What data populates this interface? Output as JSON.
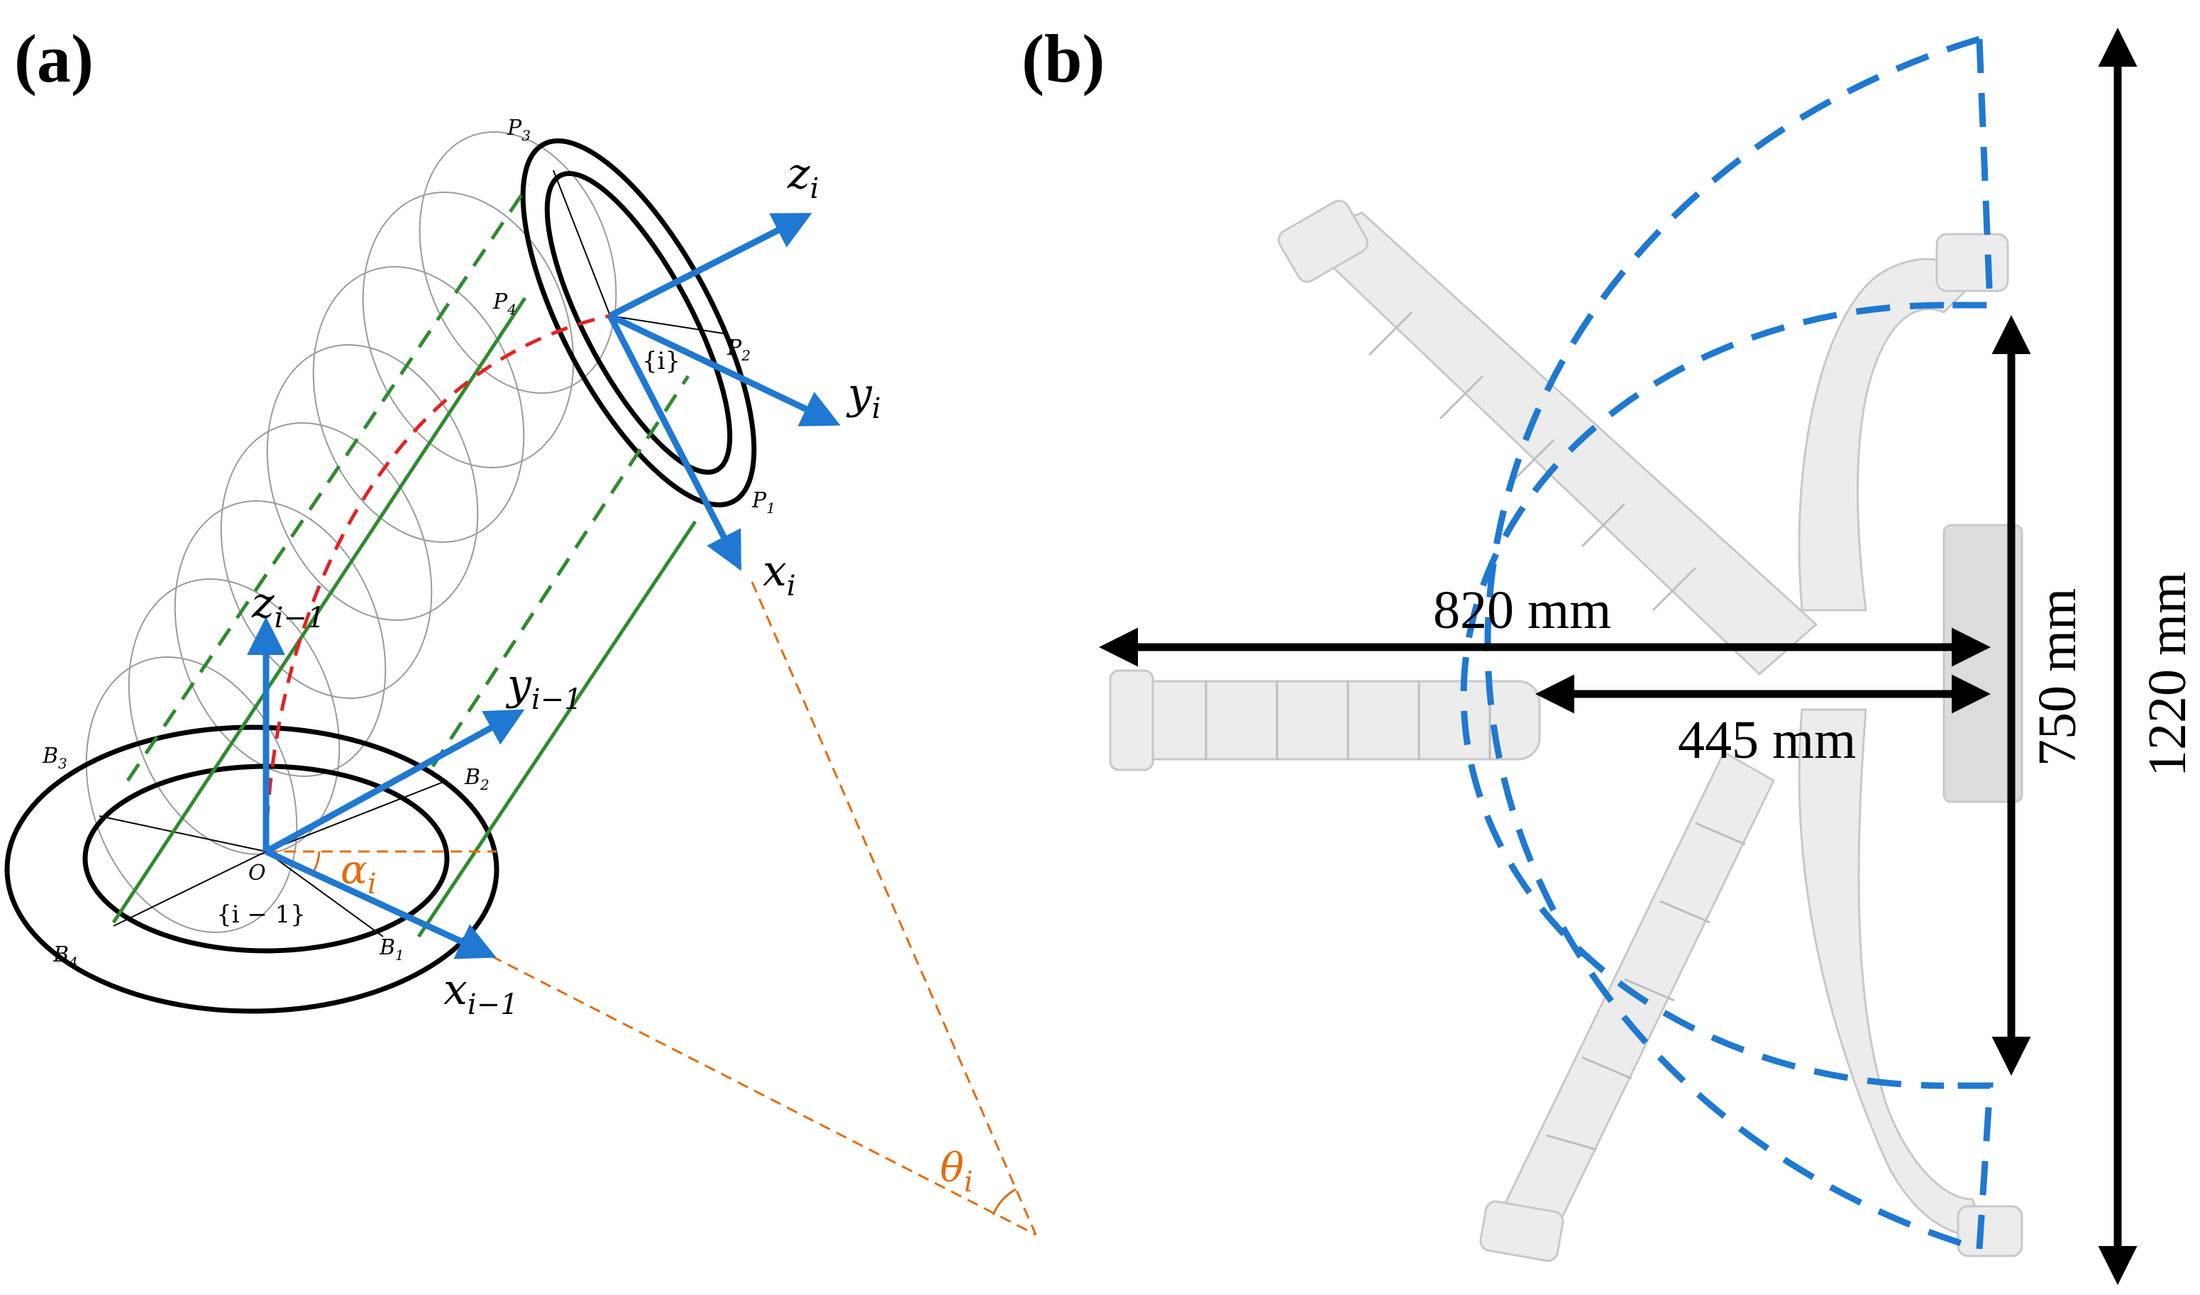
{
  "panels": {
    "a": {
      "label": "(a)"
    },
    "b": {
      "label": "(b)"
    }
  },
  "axes_top": {
    "z": {
      "base": "z",
      "sub": "i"
    },
    "y": {
      "base": "y",
      "sub": "i"
    },
    "x": {
      "base": "x",
      "sub": "i"
    }
  },
  "axes_base": {
    "z": {
      "base": "z",
      "sub": "i−1"
    },
    "y": {
      "base": "y",
      "sub": "i−1"
    },
    "x": {
      "base": "x",
      "sub": "i−1"
    }
  },
  "points_top": [
    {
      "base": "P",
      "sub": "3"
    },
    {
      "base": "P",
      "sub": "4"
    },
    {
      "base": "P",
      "sub": "2"
    },
    {
      "base": "P",
      "sub": "1"
    }
  ],
  "points_base": [
    {
      "base": "B",
      "sub": "3"
    },
    {
      "base": "B",
      "sub": "2"
    },
    {
      "base": "B",
      "sub": "4"
    },
    {
      "base": "B",
      "sub": "1"
    }
  ],
  "frames": {
    "top": "{i}",
    "base": "{i − 1}",
    "origin": "O"
  },
  "angles": {
    "alpha": {
      "base": "α",
      "sub": "i"
    },
    "theta": {
      "base": "θ",
      "sub": "i"
    }
  },
  "dimensions": {
    "d820": "820 mm",
    "d445": "445 mm",
    "d750": "750 mm",
    "d1220": "1220 mm"
  },
  "colors": {
    "axis_blue": "#1f78d1",
    "green": "#2e8b2e",
    "red": "#e32222",
    "orange": "#e46c0a",
    "black": "#000000",
    "workspace_blue": "#1f78d1"
  }
}
